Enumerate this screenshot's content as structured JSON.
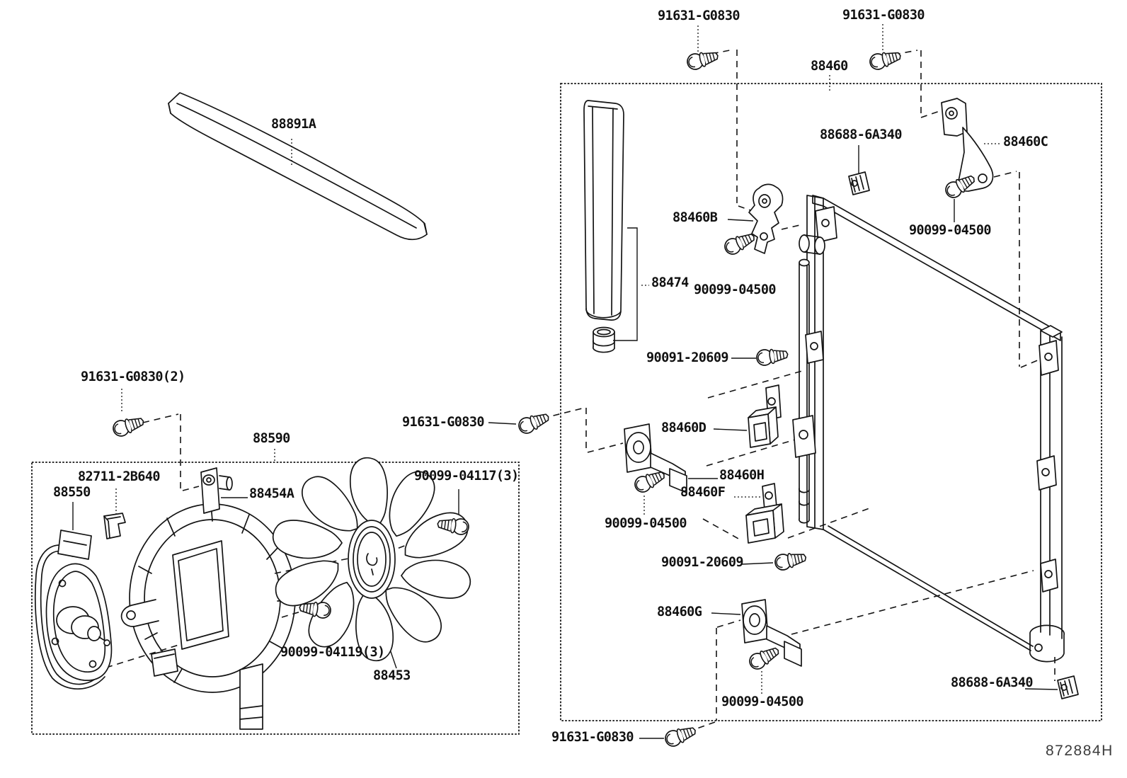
{
  "style": {
    "line_color": "#141414",
    "background": "#ffffff"
  },
  "footer": {
    "code": "872884H"
  },
  "labels": [
    {
      "id": "screw-top-left",
      "text": "91631-G0830"
    },
    {
      "id": "screw-top-right",
      "text": "91631-G0830"
    },
    {
      "id": "condenser-assembly",
      "text": "88460"
    },
    {
      "id": "hold-down-strip",
      "text": "88891A"
    },
    {
      "id": "clamp-upper",
      "text": "88688-6A340"
    },
    {
      "id": "bracket-c",
      "text": "88460C"
    },
    {
      "id": "bolt-upper-right",
      "text": "90099-04500"
    },
    {
      "id": "bracket-b",
      "text": "88460B"
    },
    {
      "id": "receiver-drier",
      "text": "88474"
    },
    {
      "id": "bolt-bracket-b",
      "text": "90099-04500"
    },
    {
      "id": "bolt-mid-upper",
      "text": "90091-20609"
    },
    {
      "id": "screw-middle",
      "text": "91631-G0830"
    },
    {
      "id": "bracket-d",
      "text": "88460D"
    },
    {
      "id": "bracket-h",
      "text": "88460H"
    },
    {
      "id": "bracket-f",
      "text": "88460F"
    },
    {
      "id": "bolt-bracket-h",
      "text": "90099-04500"
    },
    {
      "id": "bolt-mid-lower",
      "text": "90091-20609"
    },
    {
      "id": "bracket-g",
      "text": "88460G"
    },
    {
      "id": "bolt-bracket-g",
      "text": "90099-04500"
    },
    {
      "id": "screw-bottom",
      "text": "91631-G0830"
    },
    {
      "id": "clamp-lower",
      "text": "88688-6A340"
    },
    {
      "id": "screw-left-x2",
      "text": "91631-G0830(2)"
    },
    {
      "id": "fan-shroud-assembly",
      "text": "88590"
    },
    {
      "id": "clip",
      "text": "82711-2B640"
    },
    {
      "id": "connector",
      "text": "88550"
    },
    {
      "id": "bracket-a",
      "text": "88454A"
    },
    {
      "id": "screw-fan-set-1",
      "text": "90099-04117(3)"
    },
    {
      "id": "screw-fan-set-2",
      "text": "90099-04119(3)"
    },
    {
      "id": "fan-blade",
      "text": "88453"
    }
  ]
}
